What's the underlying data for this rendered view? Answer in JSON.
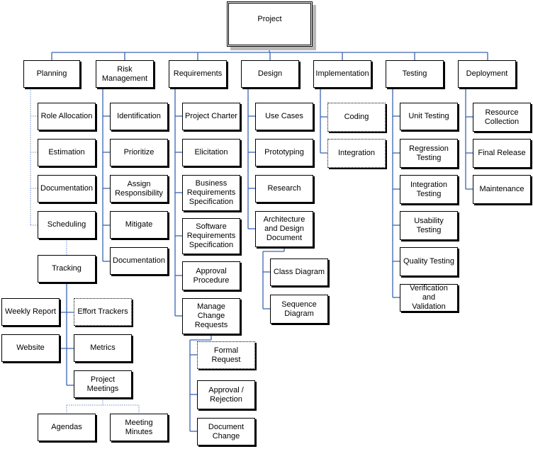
{
  "diagram": {
    "root": "Project",
    "categories": [
      {
        "label": "Planning"
      },
      {
        "label": "Risk\nManagement"
      },
      {
        "label": "Requirements"
      },
      {
        "label": "Design"
      },
      {
        "label": "Implementation"
      },
      {
        "label": "Testing"
      },
      {
        "label": "Deployment"
      }
    ],
    "planning": {
      "items": [
        "Role Allocation",
        "Estimation",
        "Documentation",
        "Scheduling"
      ],
      "tracking": {
        "label": "Tracking",
        "items": [
          "Weekly Report",
          "Effort Trackers",
          "Website",
          "Metrics"
        ],
        "meetings": {
          "label": "Project\nMeetings",
          "items": [
            "Agendas",
            "Meeting\nMinutes"
          ]
        }
      }
    },
    "risk_management": {
      "items": [
        "Identification",
        "Prioritize",
        "Assign\nResponsibility",
        "Mitigate",
        "Documentation"
      ]
    },
    "requirements": {
      "items": [
        "Project Charter",
        "Elicitation",
        "Business\nRequirements\nSpecification",
        "Software\nRequirements\nSpecification",
        "Approval\nProcedure",
        "Manage\nChange\nRequests"
      ],
      "change_requests": [
        "Formal Request",
        "Approval /\nRejection",
        "Document\nChange"
      ]
    },
    "design": {
      "items": [
        "Use Cases",
        "Prototyping",
        "Research",
        "Architecture\nand Design\nDocument"
      ],
      "architecture_docs": [
        "Class Diagram",
        "Sequence\nDiagram"
      ]
    },
    "implementation": {
      "items": [
        "Coding",
        "Integration"
      ]
    },
    "testing": {
      "items": [
        "Unit Testing",
        "Regression\nTesting",
        "Integration\nTesting",
        "Usability\nTesting",
        "Quality Testing",
        "Verification and\nValidation"
      ]
    },
    "deployment": {
      "items": [
        "Resource\nCollection",
        "Final Release",
        "Maintenance"
      ]
    }
  },
  "colors": {
    "connector": "#3a64b4",
    "connector_dotted": "#8aa6d8",
    "box_border": "#000000",
    "root_shadow": "#b8b8b8"
  }
}
